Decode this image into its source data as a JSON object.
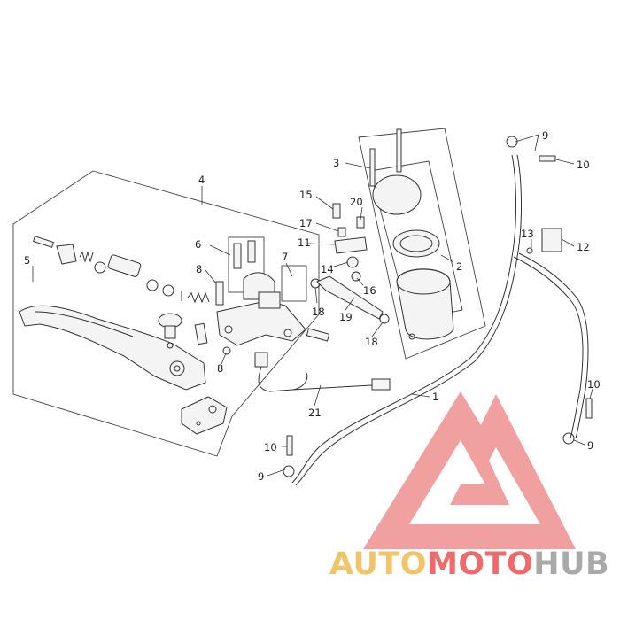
{
  "callouts": [
    {
      "id": "c1",
      "text": "1"
    },
    {
      "id": "c2",
      "text": "2"
    },
    {
      "id": "c3",
      "text": "3"
    },
    {
      "id": "c4",
      "text": "4"
    },
    {
      "id": "c5",
      "text": "5"
    },
    {
      "id": "c6",
      "text": "6"
    },
    {
      "id": "c7",
      "text": "7"
    },
    {
      "id": "c8a",
      "text": "8"
    },
    {
      "id": "c8b",
      "text": "8"
    },
    {
      "id": "c9a",
      "text": "9"
    },
    {
      "id": "c9b",
      "text": "9"
    },
    {
      "id": "c9c",
      "text": "9"
    },
    {
      "id": "c10a",
      "text": "10"
    },
    {
      "id": "c10b",
      "text": "10"
    },
    {
      "id": "c10c",
      "text": "10"
    },
    {
      "id": "c11",
      "text": "11"
    },
    {
      "id": "c12",
      "text": "12"
    },
    {
      "id": "c13",
      "text": "13"
    },
    {
      "id": "c14",
      "text": "14"
    },
    {
      "id": "c15",
      "text": "15"
    },
    {
      "id": "c16",
      "text": "16"
    },
    {
      "id": "c17",
      "text": "17"
    },
    {
      "id": "c18a",
      "text": "18"
    },
    {
      "id": "c18b",
      "text": "18"
    },
    {
      "id": "c19",
      "text": "19"
    },
    {
      "id": "c20",
      "text": "20"
    },
    {
      "id": "c21",
      "text": "21"
    }
  ],
  "watermark": {
    "part1": "AUTO",
    "part2": "MOTO",
    "part3": "HUB",
    "color_auto": "#f2c46a",
    "color_moto": "#ef6a6a",
    "color_hub": "#a9a9a9",
    "logo_color": "#ef8f8f"
  }
}
